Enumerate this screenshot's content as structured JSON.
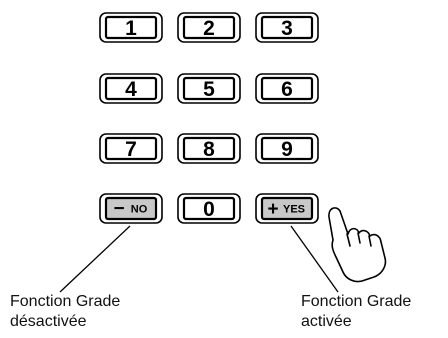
{
  "keypad": {
    "rows": [
      [
        "1",
        "2",
        "3"
      ],
      [
        "4",
        "5",
        "6"
      ],
      [
        "7",
        "8",
        "9"
      ]
    ],
    "no_key": {
      "sign": "−",
      "text": "NO"
    },
    "zero_key": "0",
    "yes_key": {
      "sign": "+",
      "text": "YES"
    },
    "pressed_key_color": "#c8c8c8",
    "pointer_icon": "pointing-hand-icon"
  },
  "captions": {
    "left": {
      "line1": "Fonction Grade",
      "line2": "désactivée"
    },
    "right": {
      "line1": "Fonction Grade",
      "line2": "activée"
    }
  }
}
